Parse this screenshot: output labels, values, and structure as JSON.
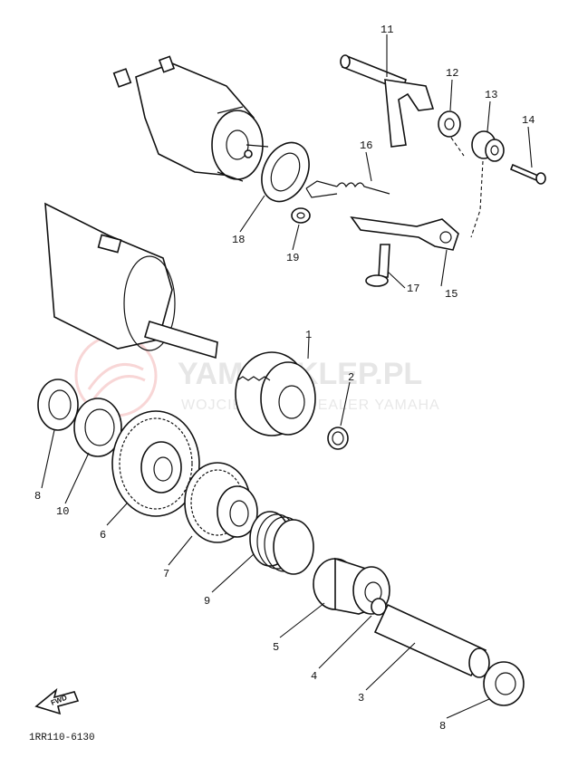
{
  "watermark": {
    "brand": "YAMA-SKLEP.PL",
    "tagline": "WOJCIECH CZ | DEALER YAMAHA"
  },
  "diagram_code": "1RR110-6130",
  "direction_arrow_label": "FWD",
  "callouts": {
    "c1": "1",
    "c2": "2",
    "c3": "3",
    "c4": "4",
    "c5": "5",
    "c6": "6",
    "c7": "7",
    "c8a": "8",
    "c8b": "8",
    "c9": "9",
    "c10": "10",
    "c11": "11",
    "c12": "12",
    "c13": "13",
    "c14": "14",
    "c15": "15",
    "c16": "16",
    "c17": "17",
    "c18": "18",
    "c19": "19"
  },
  "colors": {
    "line": "#111111",
    "watermark_logo": "#f2b5b5",
    "watermark_text": "#e6e6e6"
  }
}
